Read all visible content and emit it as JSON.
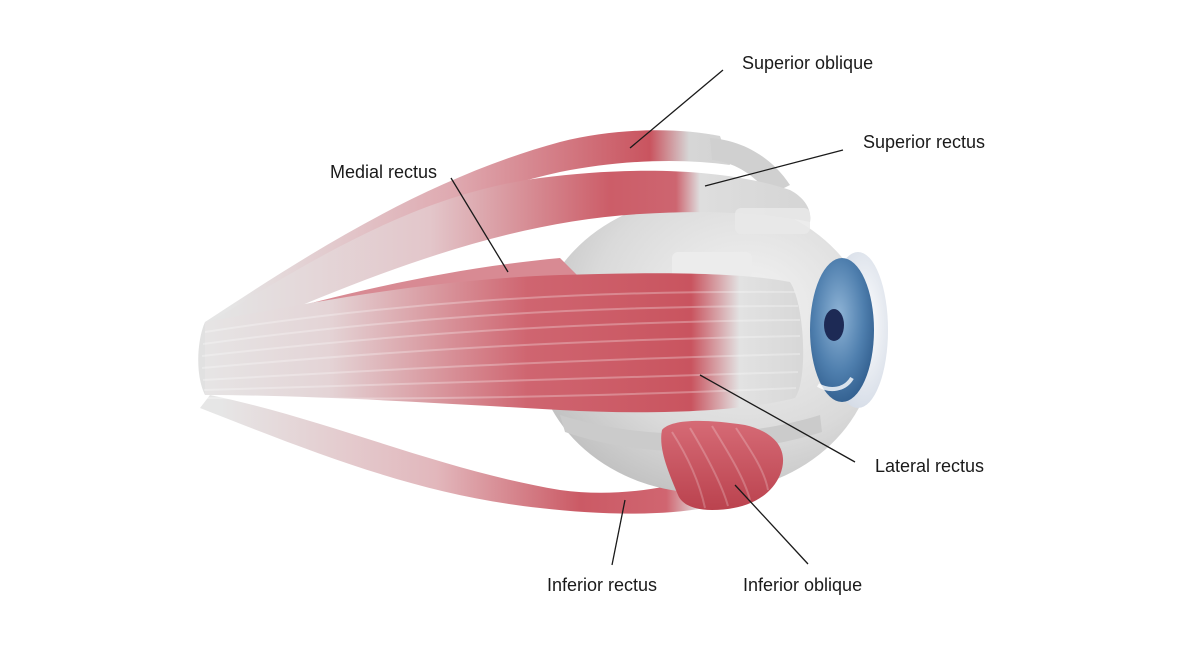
{
  "labels": {
    "superior_oblique": "Superior oblique",
    "superior_rectus": "Superior rectus",
    "medial_rectus": "Medial rectus",
    "lateral_rectus": "Lateral rectus",
    "inferior_rectus": "Inferior rectus",
    "inferior_oblique": "Inferior oblique"
  },
  "colors": {
    "muscle": "#c9545f",
    "muscle_light": "#e8a3aa",
    "tendon": "#e6e6e6",
    "sclera": "#d9d9d9",
    "iris": "#4f7fae",
    "pupil": "#1d2a55",
    "leader_line": "#1a1a1a"
  }
}
